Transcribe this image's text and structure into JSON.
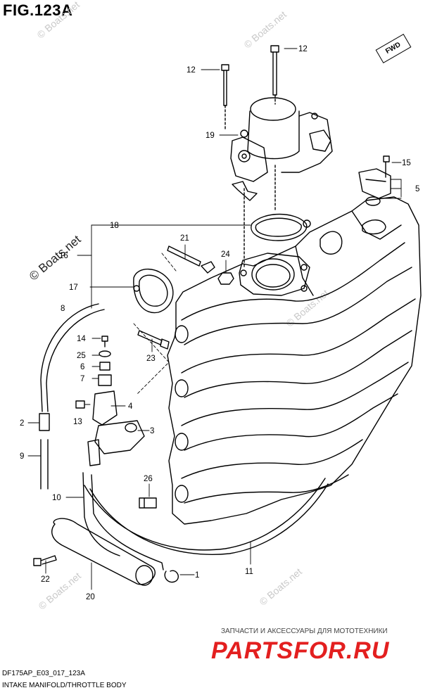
{
  "header": {
    "figure_title": "FIG.123A",
    "direction_badge": "FWD"
  },
  "callouts": [
    "1",
    "2",
    "3",
    "4",
    "5",
    "6",
    "7",
    "8",
    "9",
    "10",
    "11",
    "12",
    "12",
    "13",
    "14",
    "15",
    "16",
    "17",
    "18",
    "19",
    "20",
    "21",
    "22",
    "23",
    "24",
    "25",
    "26"
  ],
  "watermarks": {
    "small": "© Boats.net",
    "big": "© Boats.net"
  },
  "promo": {
    "text": "ЗАПЧАСТИ И АКСЕССУАРЫ ДЛЯ МОТОТЕХНИКИ",
    "logo": "PARTSFOR.RU",
    "logo_color": "#e31f1f"
  },
  "footer": {
    "code": "DF175AP_E03_017_123A",
    "subtitle": "INTAKE MANIFOLD/THROTTLE BODY"
  }
}
